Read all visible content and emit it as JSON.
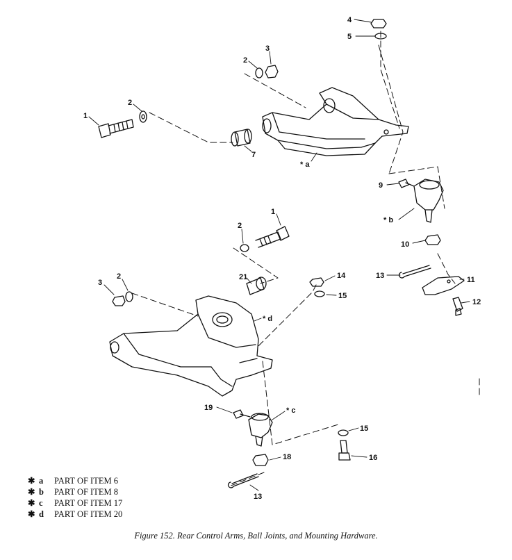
{
  "figure": {
    "caption": "Figure 152.  Rear Control Arms, Ball Joints, and Mounting Hardware."
  },
  "callouts": {
    "upper_bolt": "1",
    "upper_washer_left": "2",
    "upper_washer_mid": "2",
    "upper_nut_mid": "3",
    "upper_nut_top": "4",
    "upper_washer_top": "5",
    "upper_bushing": "7",
    "upper_ref_a": "* a",
    "upper_fitting": "9",
    "upper_ref_b": "* b",
    "upper_castle_nut": "10",
    "upper_cotter": "13",
    "upper_bracket": "11",
    "upper_bolt_small": "12",
    "lower_bolt": "1",
    "lower_washer": "2",
    "lower_nut_left": "3",
    "lower_washer_left": "2",
    "lower_bushing": "21",
    "lower_nut_14": "14",
    "lower_washer_15": "15",
    "lower_ref_d": "* d",
    "lower_fitting": "19",
    "lower_ref_c": "* c",
    "lower_washer_15b": "15",
    "lower_bolt_16": "16",
    "lower_castle_nut": "18",
    "lower_cotter": "13"
  },
  "legend": [
    {
      "mark": "✱",
      "letter": "a",
      "text": "PART OF ITEM 6"
    },
    {
      "mark": "✱",
      "letter": "b",
      "text": "PART OF ITEM 8"
    },
    {
      "mark": "✱",
      "letter": "c",
      "text": "PART OF ITEM 17"
    },
    {
      "mark": "✱",
      "letter": "d",
      "text": "PART OF ITEM 20"
    }
  ]
}
